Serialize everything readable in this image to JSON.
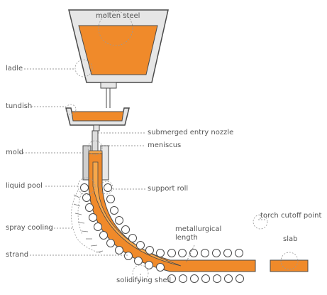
{
  "labels": {
    "molten_steel": "molten steel",
    "ladle": "ladle",
    "tundish": "tundish",
    "submerged_entry_nozzle": "submerged entry nozzle",
    "meniscus": "meniscus",
    "mold": "mold",
    "liquid_pool": "liquid pool",
    "support_roll": "support roll",
    "spray_cooling": "spray cooling",
    "metallurgical_length": "metallurgical\nlength",
    "torch_cutoff_point": "torch cutoff point",
    "slab": "slab",
    "strand": "strand",
    "solidifying_shell": "solidifying shell"
  },
  "colors": {
    "steel_orange": "#f08a2a",
    "steel_light": "#f7a74a",
    "vessel_gray": "#e6e6e6",
    "outline": "#4a4a4a",
    "label_text": "#555555",
    "leader_line": "#777777"
  }
}
